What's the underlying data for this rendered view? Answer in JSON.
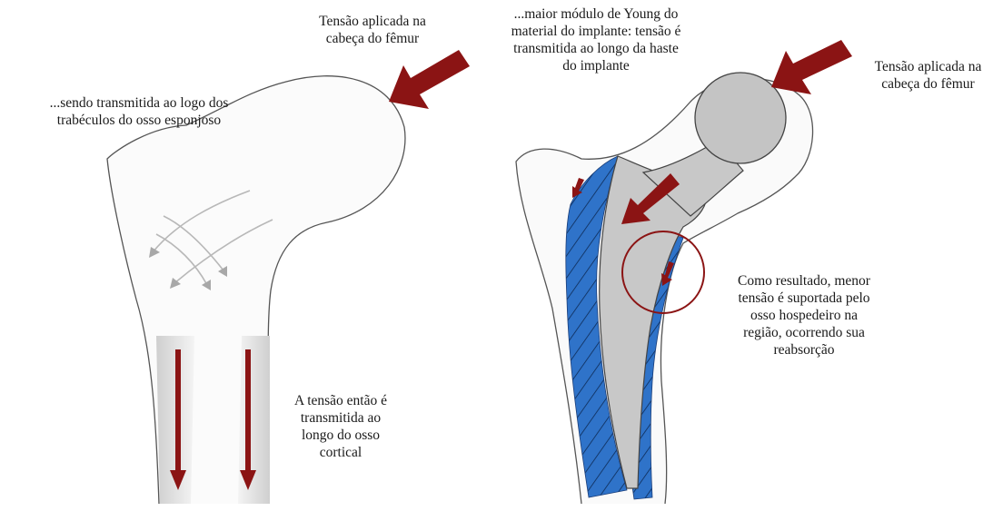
{
  "left_panel": {
    "top_label": [
      "Tensão aplicada na",
      "cabeça do fêmur"
    ],
    "trabecular_label": [
      "...sendo transmitida  ao logo dos",
      "trabéculos  do osso esponjoso"
    ],
    "cortical_label": [
      "A tensão então é",
      "transmitida  ao",
      "longo  do osso",
      "cortical"
    ]
  },
  "right_panel": {
    "young_label": [
      "...maior  módulo  de Young  do",
      "material  do implante:  tensão é",
      "transmitida  ao longo  da haste",
      "do implante"
    ],
    "top_label": [
      "Tensão aplicada na",
      "cabeça do fêmur"
    ],
    "result_label": [
      "Como resultado,  menor",
      "tensão é suportada pelo",
      "osso hospedeiro  na",
      "região, ocorrendo sua",
      "reabsorção"
    ]
  },
  "colors": {
    "arrow": "#8b1414",
    "implant_fill": "#c8c8c8",
    "cement_blue": "#2f73c9",
    "bone_outline": "#555555",
    "cortical_shade": "#dcdcdc",
    "trabecular_arrow": "#b5b5b5"
  }
}
